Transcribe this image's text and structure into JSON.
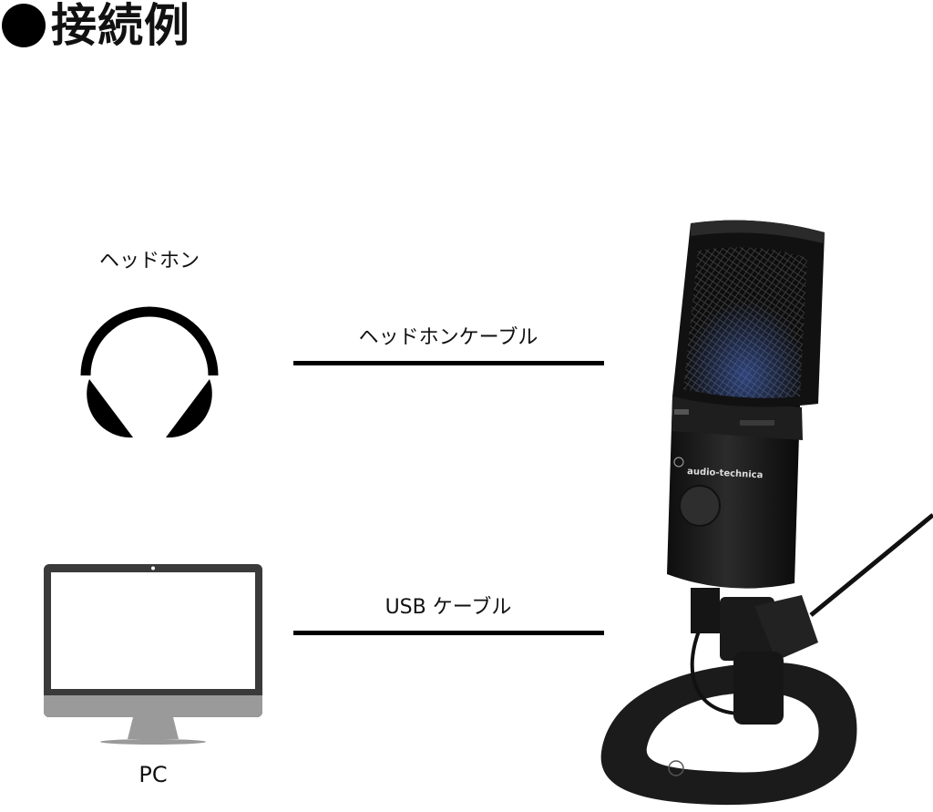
{
  "page": {
    "title": "接続例",
    "title_bullet": "●"
  },
  "devices": {
    "headphones": {
      "label": "ヘッドホン",
      "icon": "headphones-icon"
    },
    "pc": {
      "label": "PC",
      "icon": "monitor-icon"
    },
    "microphone": {
      "icon": "usb-microphone-image",
      "brand_text": "audio-technica"
    }
  },
  "cables": {
    "headphone_cable": {
      "label": "ヘッドホンケーブル"
    },
    "usb_cable": {
      "label": "USB ケーブル"
    }
  },
  "colors": {
    "line": "#000000",
    "monitor_frame": "#3a3a3a",
    "monitor_chin": "#9a9a9a",
    "mic_body": "#1a1a1a"
  }
}
